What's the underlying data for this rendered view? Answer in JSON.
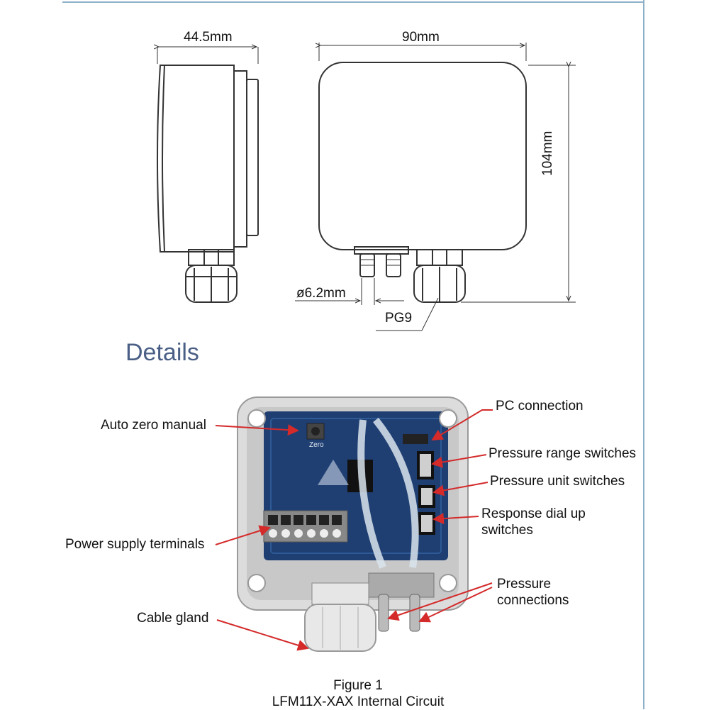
{
  "drawing": {
    "dim_depth": "44.5mm",
    "dim_width": "90mm",
    "dim_height": "104mm",
    "dim_tube": "ø6.2mm",
    "dim_gland": "PG9"
  },
  "details": {
    "heading": "Details"
  },
  "callouts": {
    "auto_zero": "Auto zero manual",
    "pc_connection": "PC connection",
    "range_switches": "Pressure range switches",
    "unit_switches": "Pressure unit switches",
    "response_line1": "Response dial up",
    "response_line2": "switches",
    "power_terminals": "Power supply terminals",
    "pressure_line1": "Pressure",
    "pressure_line2": "connections",
    "cable_gland": "Cable gland"
  },
  "board": {
    "zero_label": "Zero"
  },
  "caption": {
    "line1": "Figure 1",
    "line2": "LFM11X-XAX Internal Circuit"
  },
  "colors": {
    "accent": "#4a5f85",
    "arrow": "#d42a2a",
    "pcb": "#1f3f73",
    "housing": "#dcdcdc"
  }
}
